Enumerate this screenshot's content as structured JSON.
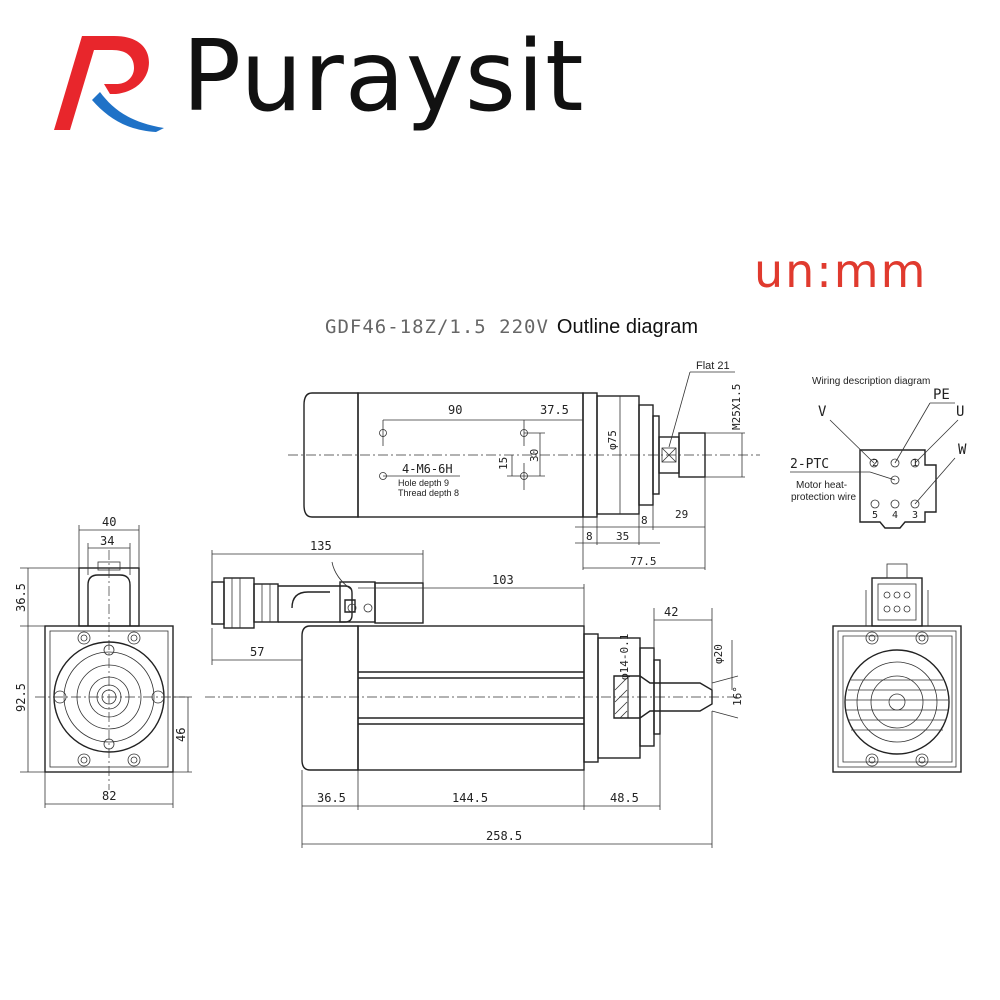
{
  "brand": {
    "name": "Puraysit",
    "logo_icon": "puraysit-r-logo-icon",
    "red": "#e8262c",
    "blue": "#1f72c7"
  },
  "units": "un:mm",
  "title": {
    "model": "GDF46-18Z/1.5  220V",
    "description": "Outline diagram"
  },
  "top_view": {
    "flat": "Flat 21",
    "thread": "M25X1.5",
    "hole_spacing": "90",
    "offset": "37.5",
    "diameter": "φ75",
    "v_spacing_1": "15",
    "v_spacing_2": "30",
    "holes": "4-M6-6H",
    "hole_depth": "Hole depth 9",
    "thread_depth": "Thread depth 8",
    "dim_8a": "8",
    "dim_8b": "8",
    "dim_35": "35",
    "dim_29": "29",
    "dim_775": "77.5"
  },
  "wiring": {
    "title": "Wiring description diagram",
    "pe": "PE",
    "v": "V",
    "u": "U",
    "w": "W",
    "ptc": "2-PTC",
    "ptc_desc_1": "Motor heat-",
    "ptc_desc_2": "protection wire",
    "pin_labels": [
      "2",
      "1",
      "5",
      "4",
      "3"
    ]
  },
  "side_view": {
    "dim_135": "135",
    "dim_103": "103",
    "dim_57": "57",
    "dim_42": "42",
    "collet": "φ14-0.1",
    "shaft": "φ20",
    "angle": "16°",
    "dim_365": "36.5",
    "dim_1445": "144.5",
    "dim_485": "48.5",
    "dim_2585": "258.5"
  },
  "end_view": {
    "dim_40": "40",
    "dim_34": "34",
    "dim_365": "36.5",
    "dim_925": "92.5",
    "dim_46": "46",
    "dim_82": "82"
  }
}
